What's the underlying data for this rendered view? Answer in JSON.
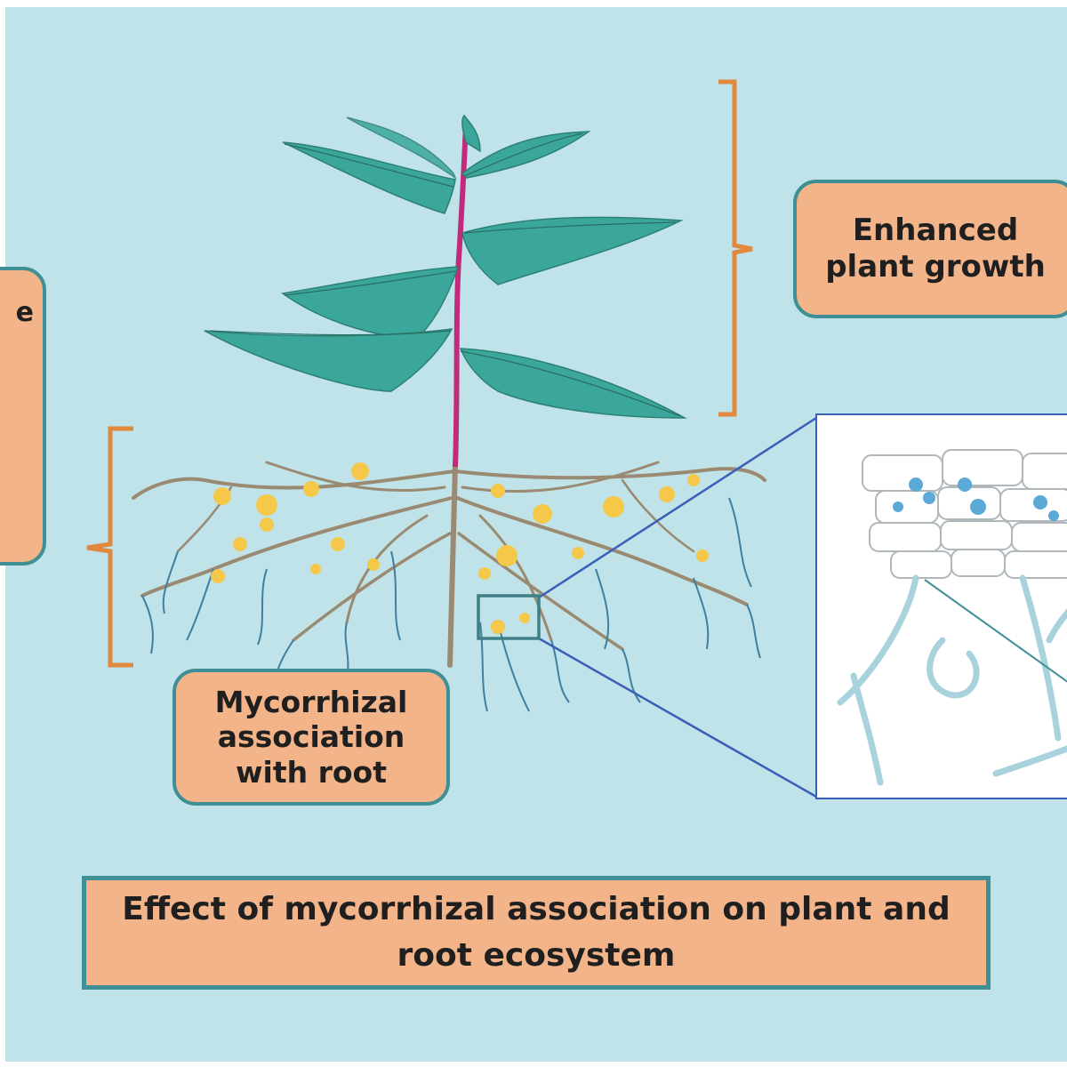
{
  "labels": {
    "enhanced_growth": "Enhanced plant growth",
    "mycorrhizal_root": "Mycorrhizal association with root",
    "left_partial": "e",
    "caption": "Effect of mycorrhizal association on plant and root ecosystem"
  },
  "colors": {
    "background": "#bfe3e8",
    "label_fill": "#f4b48a",
    "label_border": "#3f8f96",
    "bracket": "#e0883e",
    "stem": "#c22a7a",
    "leaf": "#3aa79a",
    "root": "#9a8a72",
    "fungus": "#f5c84a",
    "hypha": "#3f7fa0",
    "zoom_line": "#3a5fb8"
  },
  "icons": {
    "plant": "plant-illustration-icon",
    "roots": "root-system-icon",
    "cells": "root-cells-icon"
  }
}
